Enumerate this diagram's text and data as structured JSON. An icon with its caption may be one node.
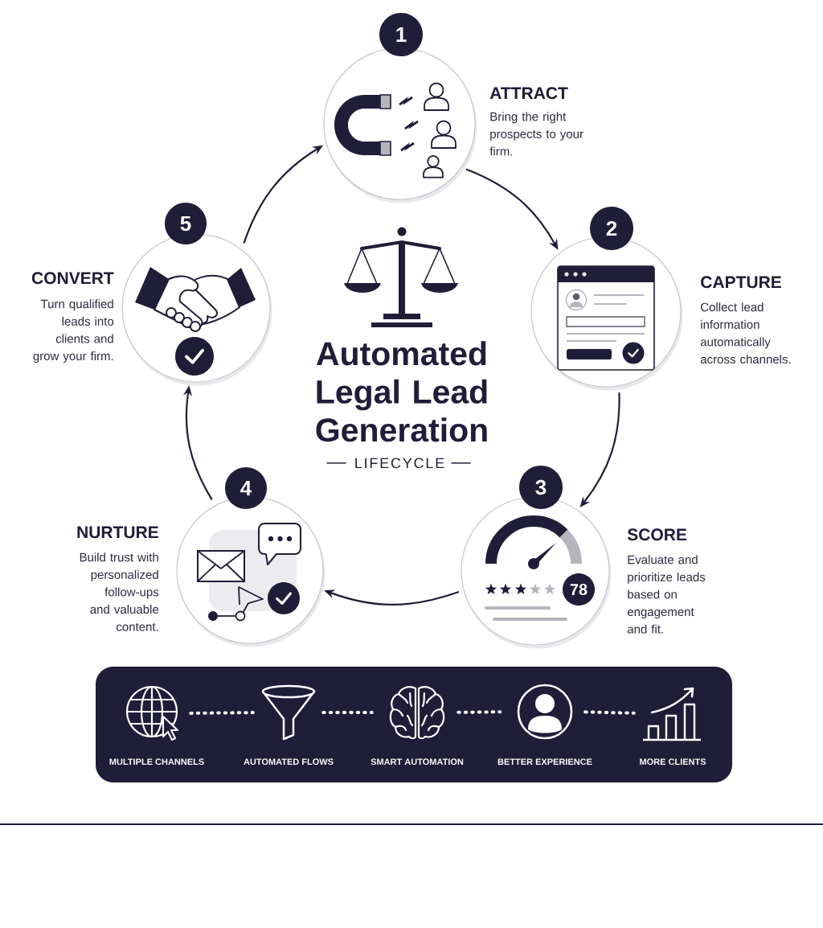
{
  "diagram": {
    "title": "Automated Legal Lead Generation",
    "nodes": [
      {
        "text": [
          "ATTRACT",
          "Bring the right prospects to your firm."
        ]
      },
      {
        "text": [
          "1"
        ]
      },
      {
        "text": [
          "CAPTURE",
          "Collect lead information automatically across channels."
        ]
      },
      {
        "text": [
          "2"
        ]
      },
      {
        "text": [
          "SCORE",
          "Evaluate and prioritize leads based on engagement and fit."
        ]
      },
      {
        "text": [
          "78"
        ],
        "in": 4
      },
      {
        "text": [
          "3"
        ]
      },
      {
        "text": [
          "NURTURE",
          "Build trust with personalized follow-ups and valuable content."
        ]
      },
      {
        "text": [
          "4"
        ]
      },
      {
        "text": [
          "CONVERT",
          "Turn qualified leads into clients and grow your firm."
        ]
      },
      {
        "text": [
          "5"
        ]
      },
      {
        "text": [],
        "shape": "box"
      },
      {
        "text": [
          "MULTIPLE CHANNELS"
        ],
        "in": 11
      },
      {
        "text": [
          "AUTOMATED FLOWS"
        ],
        "in": 11
      },
      {
        "text": [
          "SMART AUTOMATION"
        ],
        "in": 11
      },
      {
        "text": [
          "BETTER EXPERIENCE"
        ],
        "in": 11
      },
      {
        "text": [
          "MORE CLIENTS"
        ],
        "in": 11
      }
    ],
    "edges": [
      {
        "from": 0,
        "to": 2,
        "arrow": "to"
      },
      {
        "from": 2,
        "to": 4,
        "arrow": "to"
      },
      {
        "from": 4,
        "to": 7,
        "arrow": "to"
      },
      {
        "from": 7,
        "to": 9,
        "arrow": "to"
      },
      {
        "from": 9,
        "to": 0,
        "arrow": "to"
      },
      {
        "from": 12,
        "to": 13,
        "arrow": "none",
        "style": "dashed",
        "color": "#ffffff"
      },
      {
        "from": 13,
        "to": 14,
        "arrow": "none",
        "style": "dashed",
        "color": "#ffffff"
      },
      {
        "from": 14,
        "to": 15,
        "arrow": "none",
        "style": "dashed",
        "color": "#ffffff"
      },
      {
        "from": 15,
        "to": 16,
        "arrow": "none",
        "style": "dashed",
        "color": "#ffffff"
      }
    ],
    "labels": [
      "LIFECYCLE"
    ]
  }
}
